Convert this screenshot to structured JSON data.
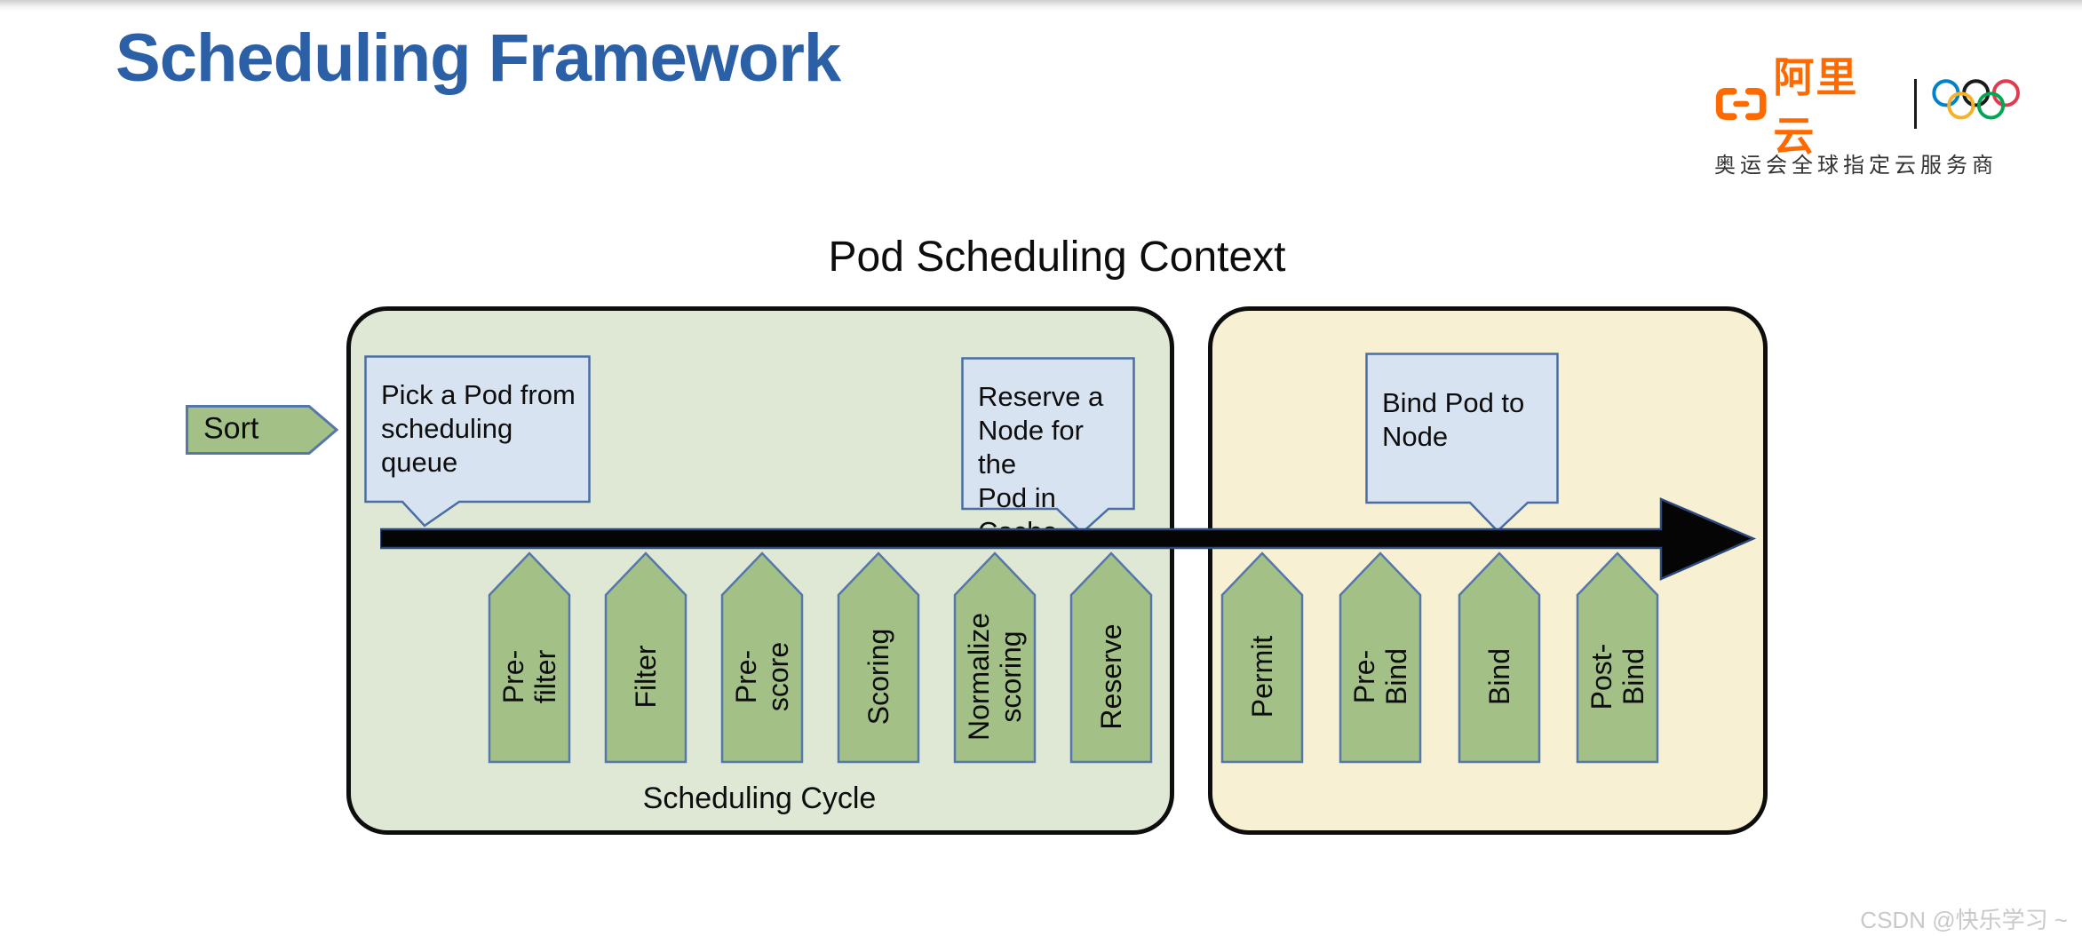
{
  "title": "Scheduling Framework",
  "logo": {
    "brand": "阿里云",
    "tagline": "奥运会全球指定云服务商"
  },
  "diagram": {
    "context_title": "Pod Scheduling Context",
    "sort_label": "Sort",
    "scheduling_cycle_label": "Scheduling Cycle",
    "callouts": [
      {
        "text": "Pick a Pod from\nscheduling\nqueue"
      },
      {
        "text": "Reserve a\nNode for the\nPod in Cache"
      },
      {
        "text": "Bind Pod to\nNode"
      }
    ],
    "scheduling_stages": [
      "Pre-filter",
      "Filter",
      "Pre-score",
      "Scoring",
      "Normalize\nscoring",
      "Reserve"
    ],
    "binding_stages": [
      "Permit",
      "Pre-Bind",
      "Bind",
      "Post-Bind"
    ]
  },
  "watermark": "CSDN @快乐学习 ~",
  "colors": {
    "title_blue": "#2b5fa6",
    "scheduling_box_bg": "#dfe8d5",
    "binding_box_bg": "#f8f0d3",
    "box_border": "#0d0d0d",
    "stage_green": "#a3c186",
    "stage_border": "#5577aa",
    "callout_bg": "#d8e3f2",
    "callout_border": "#4a6da3",
    "arrow_black": "#050505",
    "arrow_outline": "#2c4a7c",
    "alibaba_orange": "#ff6a00",
    "ring_blue": "#0081c8",
    "ring_black": "#1a1a1a",
    "ring_red": "#e23b4e",
    "ring_yellow": "#f3b229",
    "ring_green": "#00a651",
    "tagline_dark": "#333333",
    "watermark_gray": "#c9c9c9"
  }
}
